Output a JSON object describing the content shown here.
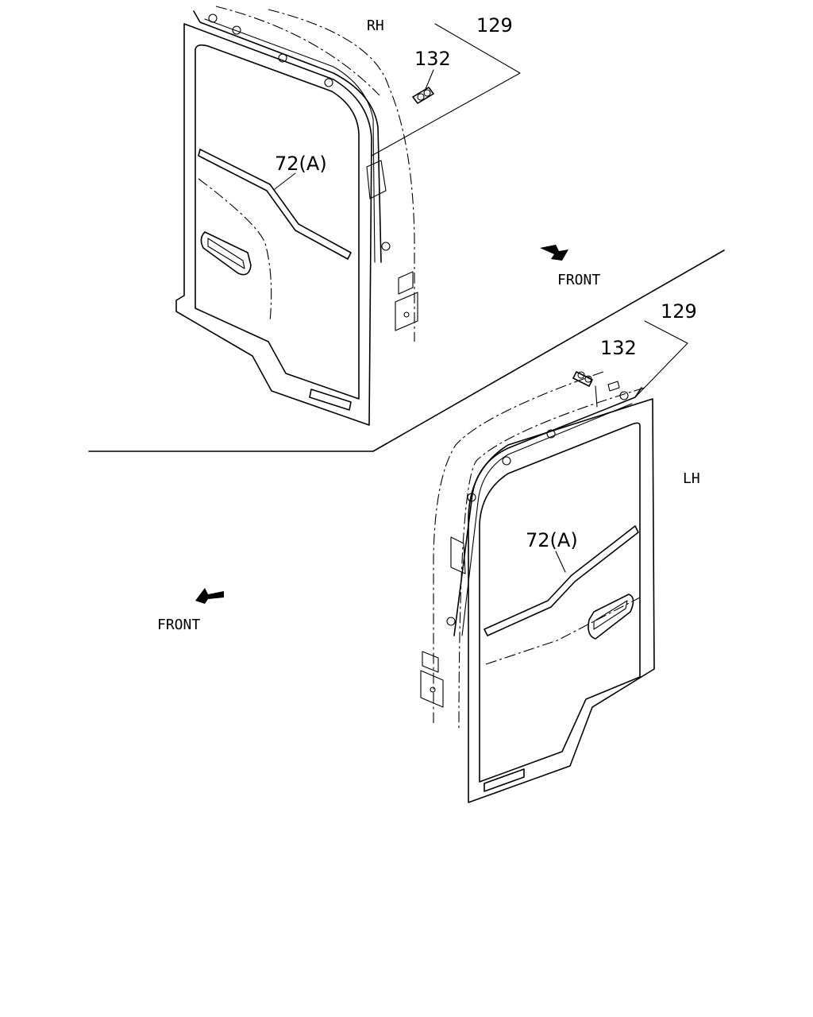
{
  "labels": {
    "side_rh": "RH",
    "side_lh": "LH",
    "front_rh": "FRONT",
    "front_lh": "FRONT"
  },
  "callouts": {
    "rh_assembly": "129",
    "rh_fastener": "132",
    "rh_weatherstrip": "72(A)",
    "lh_assembly": "129",
    "lh_fastener": "132",
    "lh_weatherstrip": "72(A)"
  },
  "icons": {
    "direction_arrow": "front-arrow-icon"
  }
}
